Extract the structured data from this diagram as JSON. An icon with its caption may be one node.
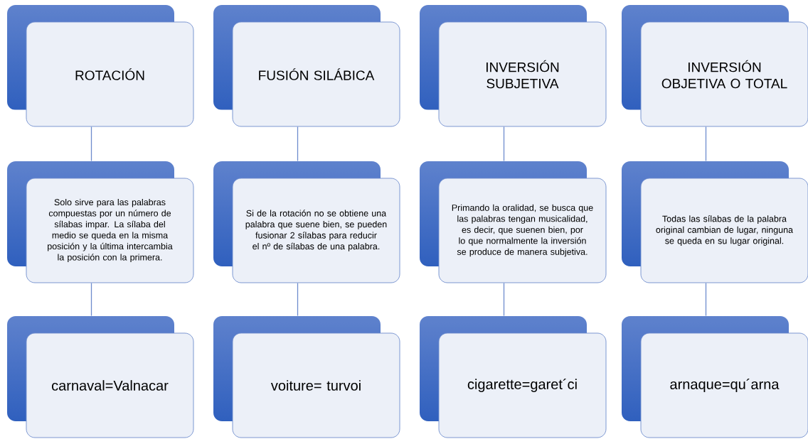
{
  "diagram": {
    "nodes": [
      {
        "text": [
          "ROTACIÓN"
        ]
      },
      {
        "text": [
          "FUSIÓN SILÁBICA"
        ]
      },
      {
        "text": [
          "INVERSIÓN SUBJETIVA"
        ]
      },
      {
        "text": [
          "INVERSIÓN OBJETIVA O TOTAL"
        ]
      },
      {
        "text": [
          "Solo sirve para las palabras compuestas por un número de sílabas impar. La sílaba del medio se queda en la misma posición y la última intercambia la posición con la primera."
        ]
      },
      {
        "text": [
          "Si de la rotación no se obtiene una palabra que suene bien, se pueden fusionar 2 sílabas para reducir el nº de sílabas de una palabra."
        ]
      },
      {
        "text": [
          "Primando la oralidad, se busca que las palabras tengan musicalidad, es decir, que suenen bien, por lo que normalmente la inversión se produce de manera subjetiva."
        ]
      },
      {
        "text": [
          "Todas las sílabas de la palabra original cambian de lugar, ninguna se queda en su lugar original."
        ]
      },
      {
        "text": [
          "carnaval=Valnacar"
        ]
      },
      {
        "text": [
          "voiture= turvoi"
        ]
      },
      {
        "text": [
          "cigarette=garet´ci"
        ]
      },
      {
        "text": [
          "arnaque=qu´arna"
        ]
      }
    ],
    "edges": [
      {
        "from": 0,
        "to": 4,
        "arrow": "none"
      },
      {
        "from": 1,
        "to": 5,
        "arrow": "none"
      },
      {
        "from": 2,
        "to": 6,
        "arrow": "none"
      },
      {
        "from": 3,
        "to": 7,
        "arrow": "none"
      },
      {
        "from": 4,
        "to": 8,
        "arrow": "none"
      },
      {
        "from": 5,
        "to": 9,
        "arrow": "none"
      },
      {
        "from": 6,
        "to": 10,
        "arrow": "none"
      },
      {
        "from": 7,
        "to": 11,
        "arrow": "none"
      }
    ]
  }
}
